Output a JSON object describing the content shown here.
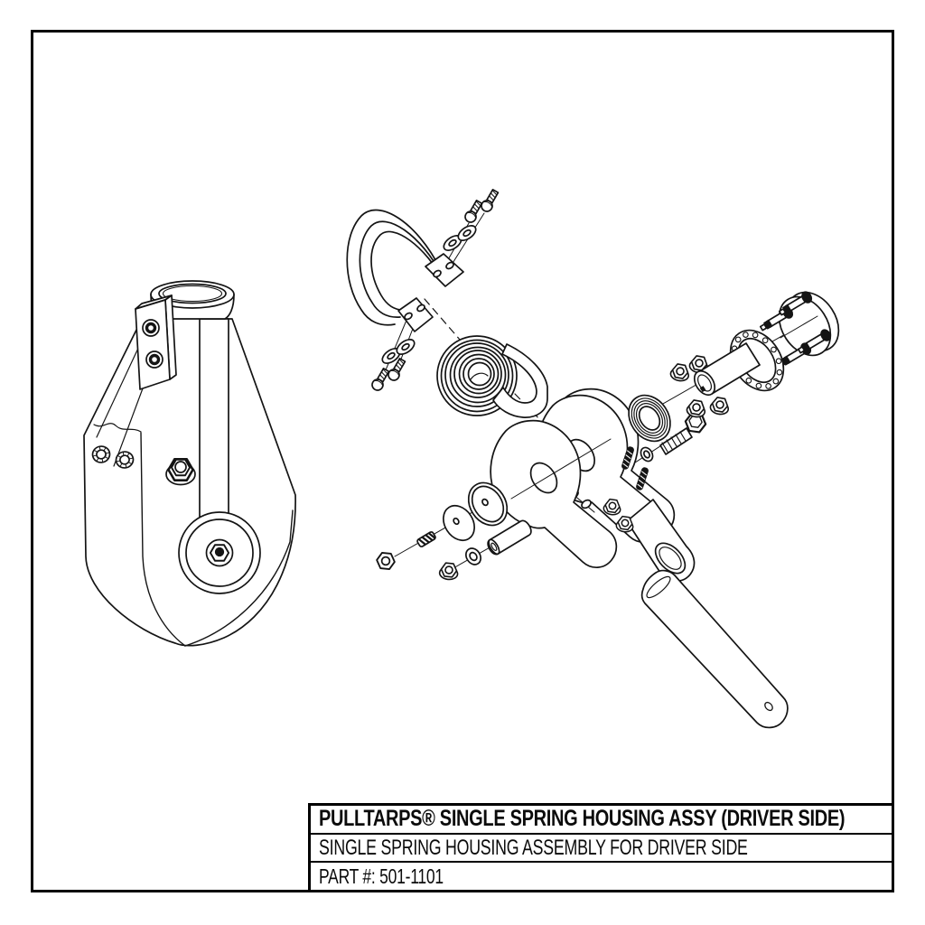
{
  "document": {
    "kind": "exploded-parts-technical-drawing",
    "background_color": "#ffffff",
    "line_color": "#141414",
    "border_color": "#000000"
  },
  "title_block": {
    "title": "PULLTARPS® SINGLE SPRING HOUSING ASSY (DRIVER SIDE)",
    "description": "SINGLE SPRING HOUSING ASSEMBLY FOR DRIVER SIDE",
    "part_number": "PART #: 501-1101"
  },
  "diagram": {
    "views": [
      "assembled-view",
      "exploded-view"
    ],
    "parts": [
      "spring-cover-strap",
      "cover-mounting-screws",
      "flat-washers",
      "coiled-flat-spring",
      "spring-housing-weldment",
      "housing-cover-plate",
      "tube-socket",
      "mounting-bracket",
      "threaded-stud",
      "arbor-discs",
      "spacer-bushing",
      "flanged-hex-nuts",
      "set-screws",
      "bearing-ring",
      "hex-bolt",
      "bearing-flange-hub",
      "end-cap-with-studs",
      "axle-tube"
    ]
  }
}
